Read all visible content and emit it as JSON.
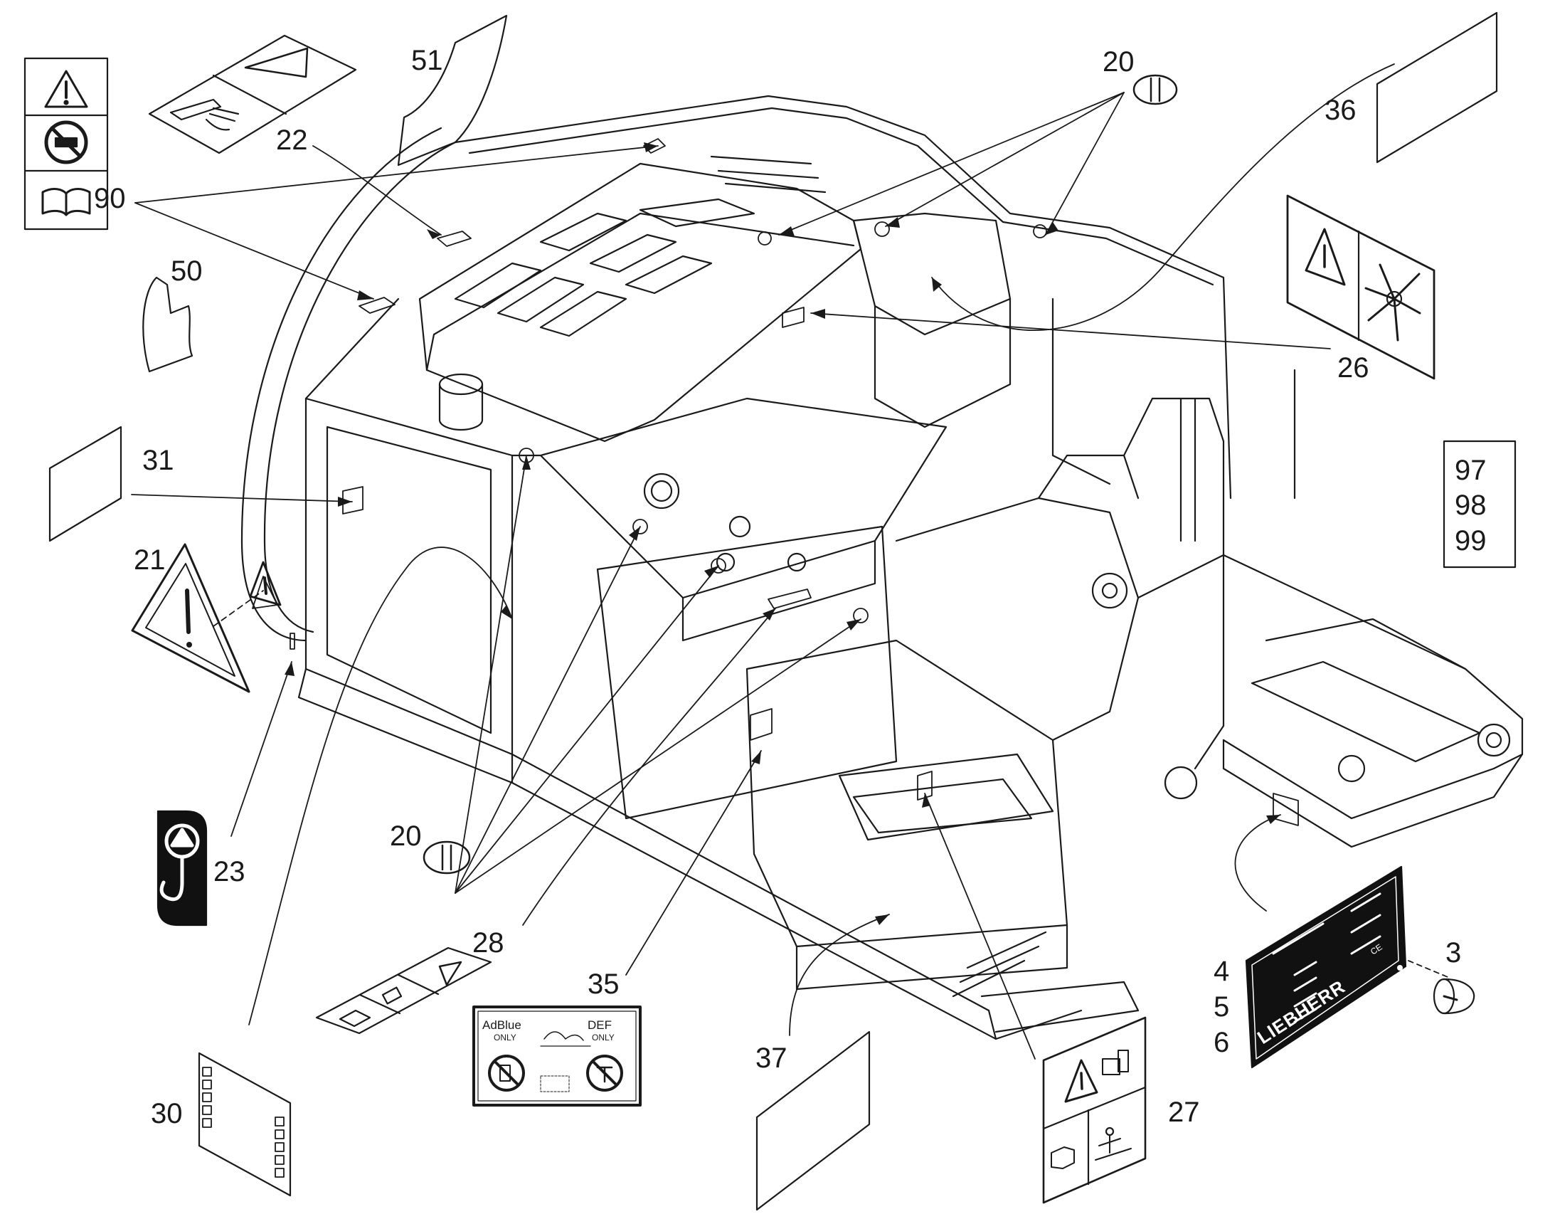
{
  "callouts": {
    "c51": "51",
    "c22": "22",
    "c90": "90",
    "c50": "50",
    "c20_top": "20",
    "c36": "36",
    "c26": "26",
    "c31": "31",
    "c21": "21",
    "c97": "97",
    "c98": "98",
    "c99": "99",
    "c23": "23",
    "c20_bottom": "20",
    "c28": "28",
    "c35": "35",
    "c30": "30",
    "c37": "37",
    "c27": "27",
    "c4": "4",
    "c5": "5",
    "c6": "6",
    "c3": "3"
  },
  "decal_35": {
    "left_title": "AdBlue",
    "left_sub": "ONLY",
    "right_title": "DEF",
    "right_sub": "ONLY"
  },
  "nameplate": {
    "brand": "LIEBHERR",
    "mark": "CE"
  },
  "colors": {
    "line": "#1a1a1a",
    "paper": "#ffffff",
    "dark_fill": "#111111"
  }
}
